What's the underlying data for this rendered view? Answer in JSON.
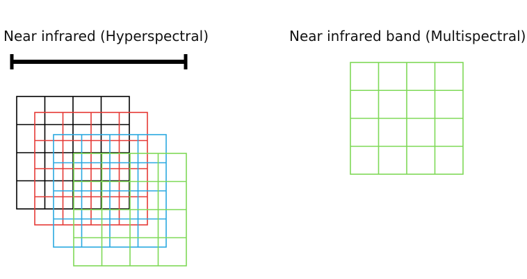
{
  "titles": {
    "hyperspectral": "Near infrared (Hyperspectral)",
    "multispectral": "Near infrared band (Multispectral)"
  },
  "colors": {
    "range_bar": "#000000",
    "band_1": "#000000",
    "band_2": "#e53935",
    "band_3": "#29a8e0",
    "band_4": "#7ed957",
    "multispectral_band": "#7ed957"
  },
  "grid": {
    "rows": 4,
    "cols": 4
  },
  "hyperspectral_layers": [
    "band_1",
    "band_2",
    "band_3",
    "band_4"
  ],
  "multispectral_layers": [
    "multispectral_band"
  ]
}
